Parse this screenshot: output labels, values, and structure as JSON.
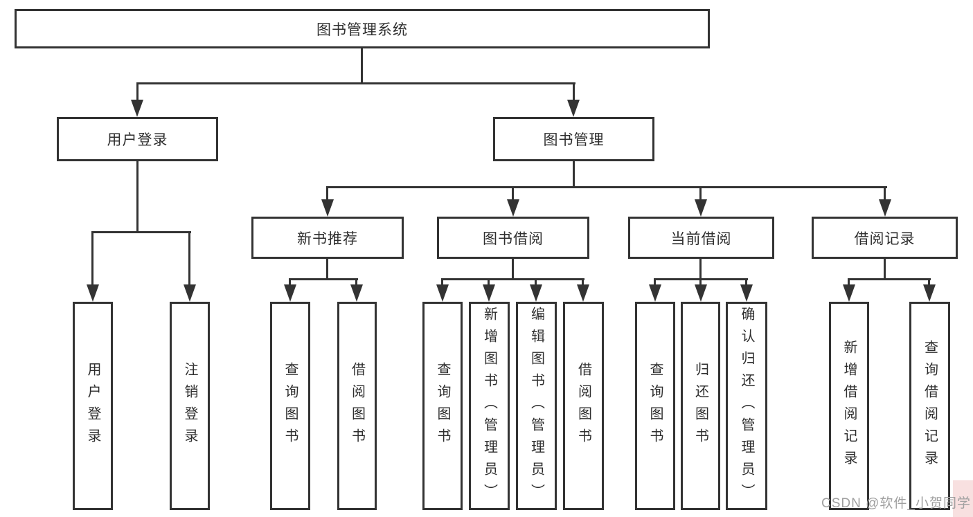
{
  "tree": {
    "label": "图书管理系统",
    "children": [
      {
        "label": "用户登录",
        "children": [
          {
            "label": "用户登录"
          },
          {
            "label": "注销登录"
          }
        ]
      },
      {
        "label": "图书管理",
        "children": [
          {
            "label": "新书推荐",
            "children": [
              {
                "label": "查询图书"
              },
              {
                "label": "借阅图书"
              }
            ]
          },
          {
            "label": "图书借阅",
            "children": [
              {
                "label": "查询图书"
              },
              {
                "label": "新增图书（管理员）"
              },
              {
                "label": "编辑图书（管理员）"
              },
              {
                "label": "借阅图书"
              }
            ]
          },
          {
            "label": "当前借阅",
            "children": [
              {
                "label": "查询图书"
              },
              {
                "label": "归还图书"
              },
              {
                "label": "确认归还（管理员）"
              }
            ]
          },
          {
            "label": "借阅记录",
            "children": [
              {
                "label": "新增借阅记录"
              },
              {
                "label": "查询借阅记录"
              }
            ]
          }
        ]
      }
    ]
  },
  "watermark": {
    "text": "CSDN @软件_小贺同学"
  },
  "colors": {
    "line": "#333333",
    "text": "#2e2e2e",
    "watermark": "#a0a0a0",
    "watermark_bg": "#f8e0e0",
    "background": "#ffffff"
  }
}
